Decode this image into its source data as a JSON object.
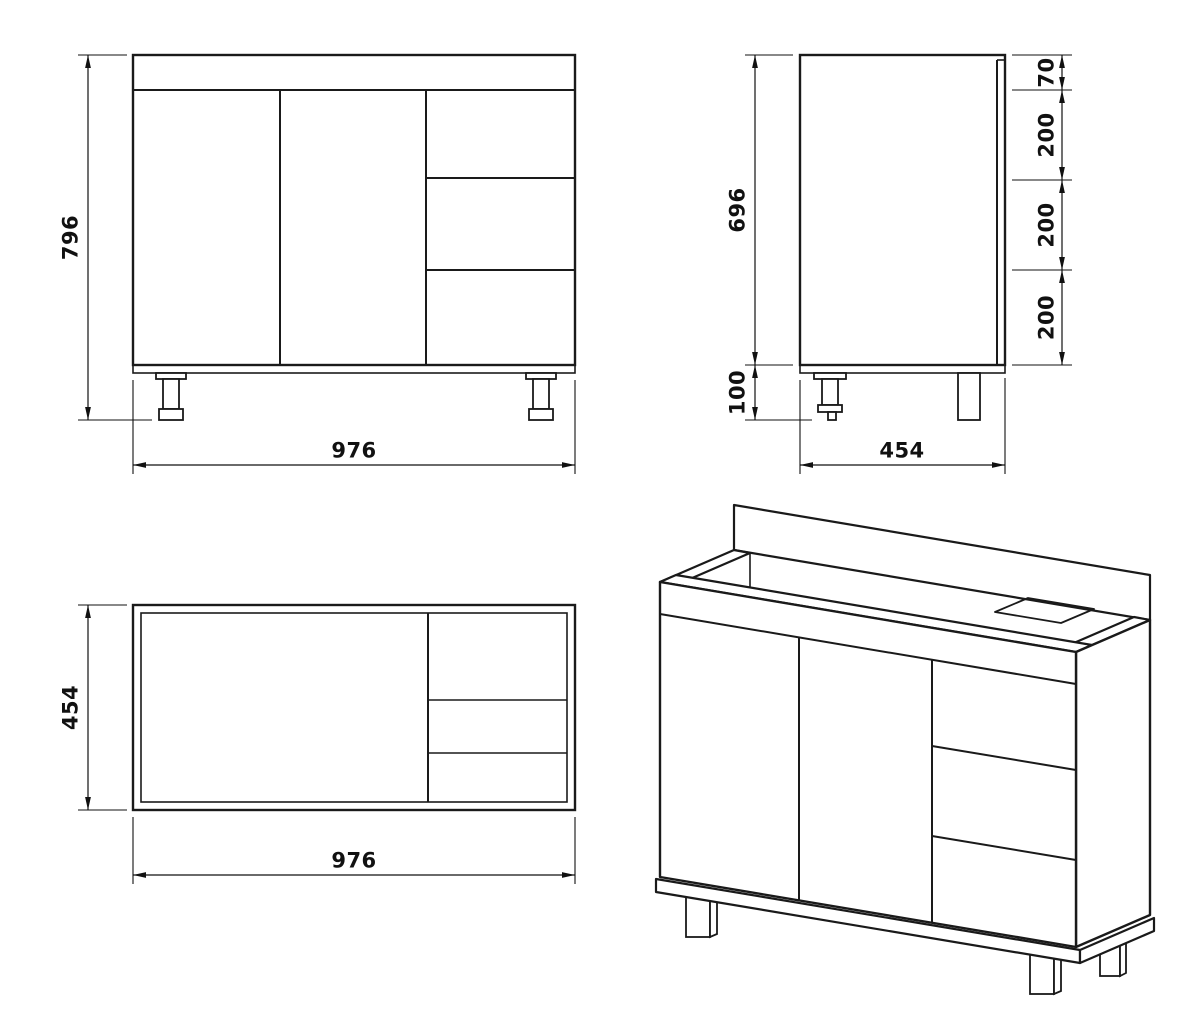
{
  "page": {
    "background": "#ffffff",
    "line_color": "#1a1a1a"
  },
  "views": {
    "front": {
      "label": "front-view",
      "dimensions": {
        "overall_height": "796",
        "overall_width": "976"
      }
    },
    "side": {
      "label": "side-view",
      "dimensions": {
        "cabinet_height": "696",
        "leg_height": "100",
        "depth": "454",
        "top_section": "70",
        "drawer_top": "200",
        "drawer_middle": "200",
        "drawer_bottom": "200"
      }
    },
    "top": {
      "label": "top-view",
      "dimensions": {
        "depth": "454",
        "width": "976"
      }
    },
    "isometric": {
      "label": "isometric-view"
    }
  }
}
